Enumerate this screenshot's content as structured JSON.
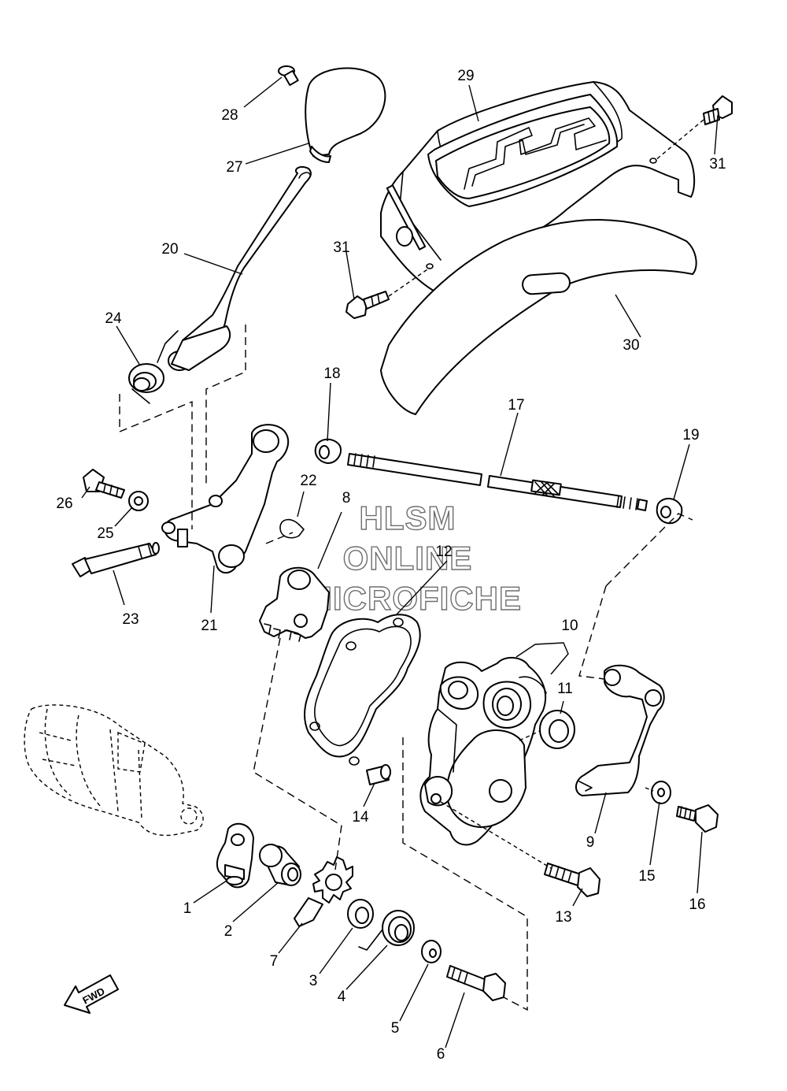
{
  "watermark": {
    "line1": "HLSM",
    "line2": "ONLINE",
    "line3": "MICROFICHE"
  },
  "direction_label": "FWD",
  "callouts": [
    "1",
    "2",
    "3",
    "4",
    "5",
    "6",
    "7",
    "8",
    "9",
    "10",
    "11",
    "12",
    "13",
    "14",
    "15",
    "16",
    "17",
    "18",
    "19",
    "20",
    "21",
    "22",
    "23",
    "24",
    "25",
    "26",
    "27",
    "28",
    "29",
    "30",
    "31",
    "31"
  ]
}
